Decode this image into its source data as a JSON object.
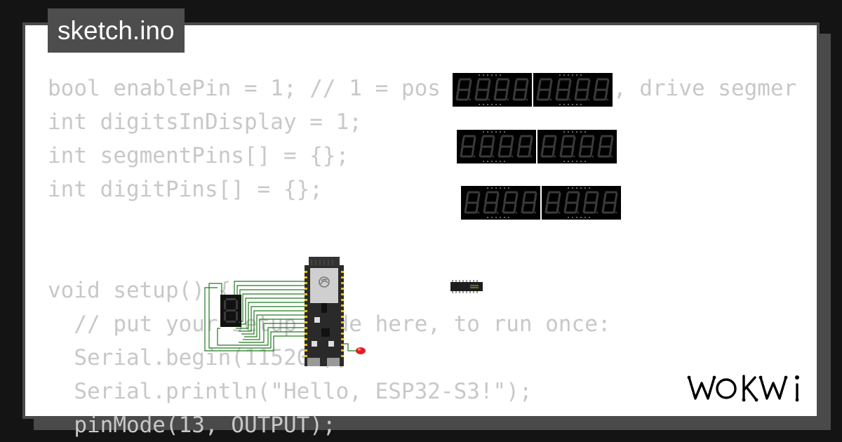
{
  "tab": {
    "filename": "sketch.ino"
  },
  "code_lines": [
    "bool enablePin = 1; // 1 = pos",
    "int digitsInDisplay = 1;",
    "int segmentPins[] = {};",
    "int digitPins[] = {};",
    "",
    "",
    "void setup() {",
    "  // put your setup code here, to run once:",
    "  Serial.begin(115200);",
    "  Serial.println(\"Hello, ESP32-S3!\");",
    "  pinMode(13, OUTPUT);"
  ],
  "code_trailing": ", drive segmer",
  "brand": {
    "logo_text": "WOKWI"
  },
  "colors": {
    "background": "#141414",
    "card": "#ffffff",
    "frame": "#4a4a4a",
    "tab": "#4d4d4d",
    "code_text": "#c8c8c8",
    "segment_off": "#3a3a3a",
    "wire": "#1f7a1f",
    "led": "#e02020"
  },
  "icons": [
    "wifi-logo-icon",
    "wokwi-logo-icon"
  ]
}
